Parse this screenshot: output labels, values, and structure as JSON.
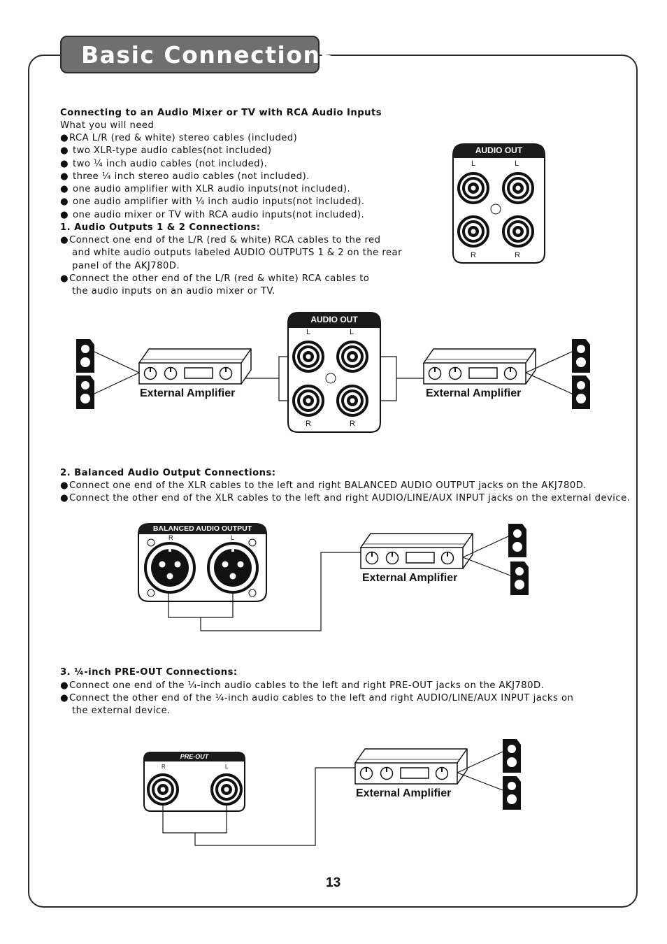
{
  "title": "Basic Connections",
  "intro": {
    "heading": "Connecting to an Audio Mixer or TV with RCA Audio Inputs",
    "need": "What you will need",
    "items": [
      "RCA L/R (red & white) stereo cables (included)",
      "two XLR-type audio cables(not included)",
      "two ¼ inch audio cables (not included).",
      "three ¼ inch stereo audio cables (not included).",
      "one audio amplifier with XLR audio inputs(not included).",
      "one audio amplifier with ¼ inch audio inputs(not included).",
      "one audio mixer or TV with RCA audio inputs(not included)."
    ]
  },
  "section1": {
    "heading": "1. Audio Outputs 1 & 2 Connections:",
    "bullet1": [
      "Connect one end of the L/R (red & white) RCA cables to the red",
      "and white audio outputs labeled AUDIO OUTPUTS 1 & 2 on the rear",
      "panel of the AKJ780D."
    ],
    "bullet2": [
      "Connect the other end of the L/R (red & white) RCA cables to",
      "the audio inputs on an audio mixer or TV."
    ]
  },
  "section2": {
    "heading": "2. Balanced Audio Output Connections:",
    "bullet1": "Connect one end of the XLR cables to the left and right BALANCED AUDIO OUTPUT jacks on the AKJ780D.",
    "bullet2": "Connect the other end of the XLR cables to the left and right AUDIO/LINE/AUX INPUT jacks on the external device."
  },
  "section3": {
    "heading": "3. ¼-inch PRE-OUT Connections:",
    "bullet1": "Connect one end of the ¼-inch audio cables to the left and right PRE-OUT jacks on the AKJ780D.",
    "bullet2": [
      "Connect the other end of the ¼-inch audio cables to the left and right AUDIO/LINE/AUX INPUT jacks on",
      "the external device."
    ]
  },
  "panels": {
    "audio_out": "AUDIO OUT",
    "balanced": "BALANCED AUDIO OUTPUT",
    "pre_out": "PRE-OUT",
    "left": "L",
    "right": "R"
  },
  "amp_label": "External Amplifier",
  "page_number": "13"
}
